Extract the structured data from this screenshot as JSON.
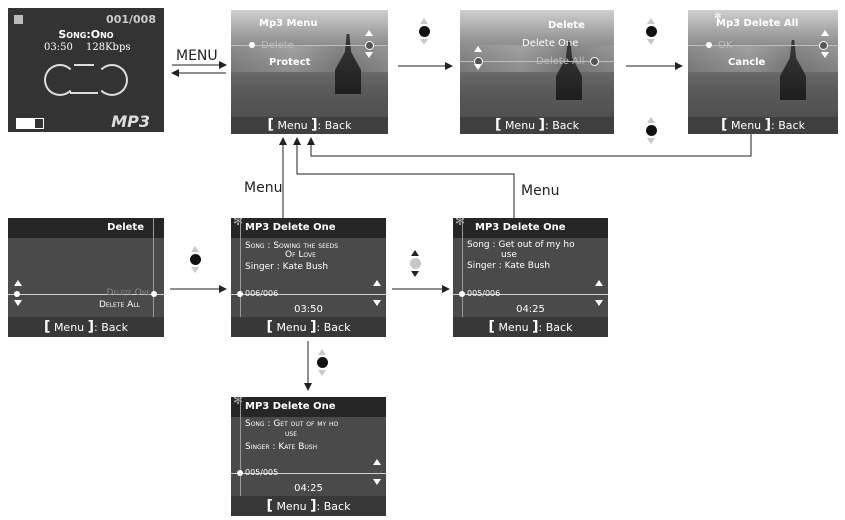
{
  "player": {
    "track_counter": "001/008",
    "song": "Song:Ono",
    "time": "03:50",
    "bitrate": "128Kbps",
    "format": "MP3"
  },
  "labels": {
    "menu_top": "MENU",
    "menu_a": "Menu",
    "menu_b": "Menu"
  },
  "back_bar": {
    "open": "[",
    "key": "Menu",
    "close": "]",
    "suffix": ": Back"
  },
  "mp3_menu": {
    "title": "Mp3 Menu",
    "items": [
      "Delete",
      "Protect"
    ]
  },
  "delete_menu": {
    "title": "Delete",
    "items": [
      "Delete One",
      "Delete All"
    ]
  },
  "delete_all_menu": {
    "title": "Mp3 Delete All",
    "items": [
      "OK",
      "Cancle"
    ]
  },
  "delete_list": {
    "title": "Delete",
    "items": [
      "Delete One",
      "Delete All"
    ]
  },
  "delete_one_1": {
    "title_prefix": "MP3",
    "title": "Delete One",
    "song_line1": "Song : Sowing the seeds",
    "song_line2": "Of Love",
    "singer": "Singer : Kate Bush",
    "counter": "006/006",
    "time": "03:50"
  },
  "delete_one_2": {
    "title_prefix": "MP3",
    "title": "Delete One",
    "song_line1": "Song : Get out of my ho",
    "song_line2": "use",
    "singer": "Singer : Kate Bush",
    "counter": "005/006",
    "time": "04:25"
  },
  "delete_one_3": {
    "title_prefix": "MP3",
    "title": "Delete One",
    "song_line1": "Song : Get out of my ho",
    "song_line2": "use",
    "singer": "Singer : Kate Bush",
    "counter": "005/005",
    "time": "04:25"
  }
}
